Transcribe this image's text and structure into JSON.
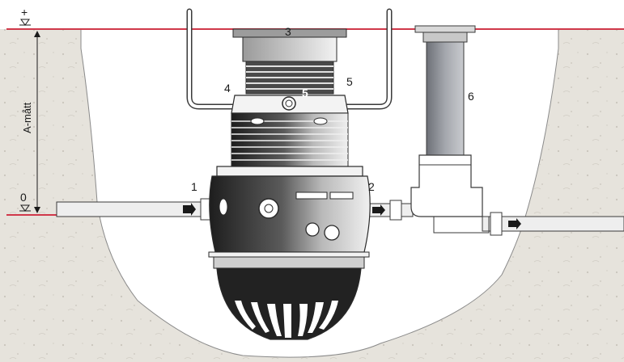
{
  "labels": {
    "plus": "+",
    "zero": "0",
    "dimension": "A-mått",
    "n1": "1",
    "n2": "2",
    "n3": "3",
    "n4": "4",
    "n5a": "5",
    "n5b": "5",
    "n6": "6"
  },
  "colors": {
    "ground_line": "#d0384a",
    "soil": "#e4e1da",
    "pit_background": "#ffffff",
    "tank_dark": "#2b2b2b",
    "tank_light": "#d9d9d9",
    "pipe": "#eeeeee",
    "riser": "#8c8f96"
  },
  "icons": {
    "level_marker": "triangle-level-icon",
    "flow_arrow": "flow-arrow-icon"
  }
}
